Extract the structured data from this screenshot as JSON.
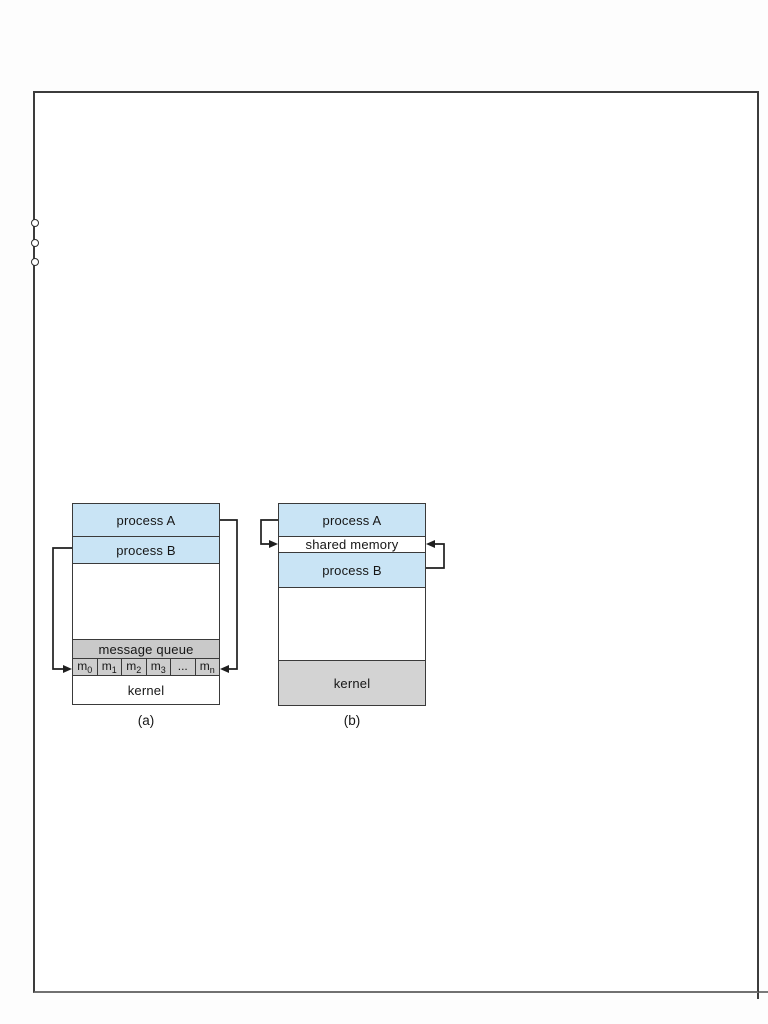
{
  "figure": {
    "panel_a": {
      "caption": "(a)",
      "process_a": "process A",
      "process_b": "process B",
      "message_queue": "message queue",
      "kernel": "kernel",
      "queue_cells": [
        {
          "base": "m",
          "sub": "0"
        },
        {
          "base": "m",
          "sub": "1"
        },
        {
          "base": "m",
          "sub": "2"
        },
        {
          "base": "m",
          "sub": "3"
        },
        {
          "base": "...",
          "sub": ""
        },
        {
          "base": "m",
          "sub": "n"
        }
      ]
    },
    "panel_b": {
      "caption": "(b)",
      "process_a": "process A",
      "shared_memory": "shared memory",
      "process_b": "process B",
      "kernel": "kernel"
    },
    "colors": {
      "process_fill": "#c9e4f5",
      "queue_fill": "#c9c9c9",
      "kernel_b_fill": "#d3d3d3",
      "box_border": "#3a3a3a",
      "page_border": "#3c3c3c"
    }
  }
}
